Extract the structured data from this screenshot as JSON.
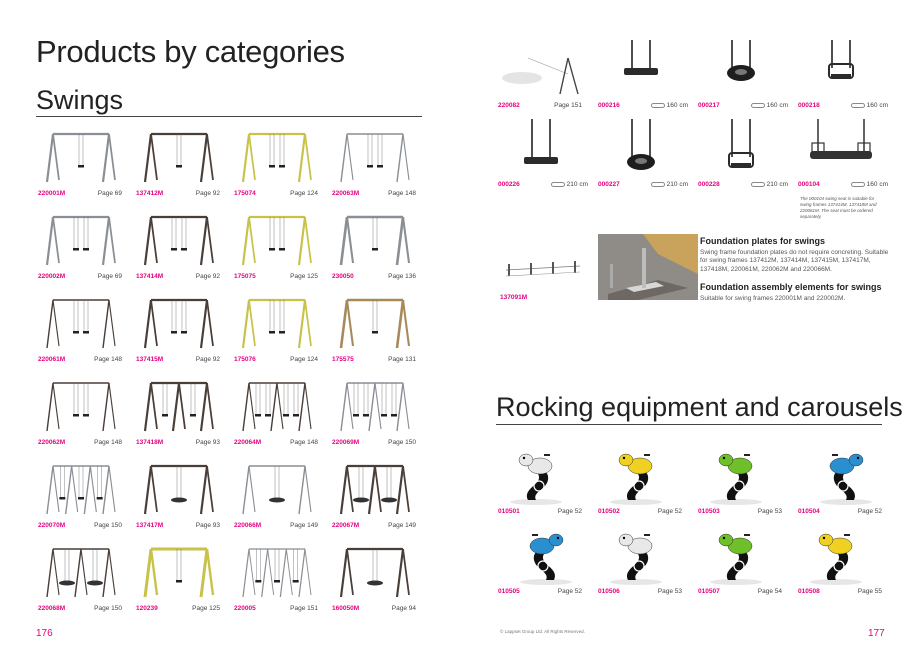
{
  "left_page": {
    "title": "Products by categories",
    "section": "Swings",
    "page_number": "176",
    "items": [
      {
        "code": "220001M",
        "ref": "Page 69"
      },
      {
        "code": "137412M",
        "ref": "Page 92"
      },
      {
        "code": "175074",
        "ref": "Page 124"
      },
      {
        "code": "220063M",
        "ref": "Page 148"
      },
      {
        "code": "220002M",
        "ref": "Page 69"
      },
      {
        "code": "137414M",
        "ref": "Page 92"
      },
      {
        "code": "175075",
        "ref": "Page 125"
      },
      {
        "code": "230050",
        "ref": "Page 136"
      },
      {
        "code": "220061M",
        "ref": "Page 148"
      },
      {
        "code": "137415M",
        "ref": "Page 92"
      },
      {
        "code": "175076",
        "ref": "Page 124"
      },
      {
        "code": "175575",
        "ref": "Page 131"
      },
      {
        "code": "220062M",
        "ref": "Page 148"
      },
      {
        "code": "137418M",
        "ref": "Page 93"
      },
      {
        "code": "220064M",
        "ref": "Page 148"
      },
      {
        "code": "220069M",
        "ref": "Page 150"
      },
      {
        "code": "220070M",
        "ref": "Page 150"
      },
      {
        "code": "137417M",
        "ref": "Page 93"
      },
      {
        "code": "220066M",
        "ref": "Page 149"
      },
      {
        "code": "220067M",
        "ref": "Page 149"
      },
      {
        "code": "220068M",
        "ref": "Page 150"
      },
      {
        "code": "120239",
        "ref": "Page 125"
      },
      {
        "code": "220005",
        "ref": "Page 151"
      },
      {
        "code": "160050M",
        "ref": "Page 94"
      }
    ]
  },
  "right_page": {
    "page_number": "177",
    "copyright": "© Lappset Group Ltd. All Rights Reserved.",
    "swing_items": [
      {
        "code": "220082",
        "ref": "Page 151"
      },
      {
        "code": "000216",
        "ref": "160 cm"
      },
      {
        "code": "000217",
        "ref": "160 cm"
      },
      {
        "code": "000218",
        "ref": "160 cm"
      },
      {
        "code": "000226",
        "ref": "210 cm"
      },
      {
        "code": "000227",
        "ref": "210 cm"
      },
      {
        "code": "000228",
        "ref": "210 cm"
      },
      {
        "code": "000104",
        "ref": "160 cm"
      }
    ],
    "note": "The 000104 swing seat is suitable for swing frames 137414M, 137418M and 220061M. The seat must be ordered separately.",
    "foundation_code": "137091M",
    "foundation_plates": {
      "title": "Foundation plates for swings",
      "text": "Swing frame foundation plates do not require concreting. Suitable for swing frames 137412M, 137414M, 137415M, 137417M, 137418M, 220061M, 220062M and 220066M."
    },
    "foundation_assembly": {
      "title": "Foundation assembly elements for swings",
      "text": "Suitable for swing frames 220001M and 220002M."
    },
    "rocking_title": "Rocking equipment and carousels",
    "rocking_items": [
      {
        "code": "010501",
        "ref": "Page 52"
      },
      {
        "code": "010502",
        "ref": "Page 52"
      },
      {
        "code": "010503",
        "ref": "Page 53"
      },
      {
        "code": "010504",
        "ref": "Page 52"
      },
      {
        "code": "010505",
        "ref": "Page 52"
      },
      {
        "code": "010506",
        "ref": "Page 53"
      },
      {
        "code": "010507",
        "ref": "Page 54"
      },
      {
        "code": "010508",
        "ref": "Page 55"
      }
    ]
  },
  "colors": {
    "accent": "#e6007e",
    "frame_dark": "#4a3f38",
    "frame_grey": "#8a8f95",
    "frame_yellow": "#c8c24a",
    "frame_wood": "#a88a5a",
    "rocker_green": "#6fbf2a",
    "rocker_blue": "#2a8fd0",
    "rocker_yellow": "#f0d020",
    "rocker_white": "#e8e8e8"
  }
}
